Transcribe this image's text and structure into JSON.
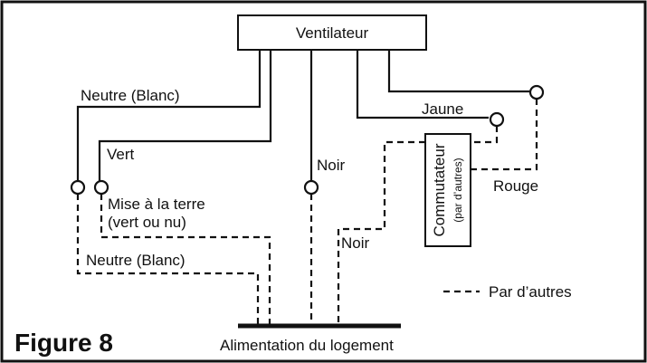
{
  "diagram": {
    "fan_label": "Ventilateur",
    "wires": {
      "neutral_fan": "Neutre (Blanc)",
      "green": "Vert",
      "black_fan": "Noir",
      "yellow": "Jaune",
      "red": "Rouge"
    },
    "house_wires": {
      "ground_line1": "Mise à la terre",
      "ground_line2": "(vert ou nu)",
      "neutral": "Neutre (Blanc)",
      "black": "Noir"
    },
    "switch": {
      "label": "Commutateur",
      "sublabel": "(par d’autres)"
    },
    "legend": {
      "dashed_label": "Par d’autres"
    },
    "supply_label": "Alimentation du logement",
    "figure_label": "Figure 8"
  },
  "colors": {
    "line": "#111111",
    "background": "#ffffff"
  }
}
